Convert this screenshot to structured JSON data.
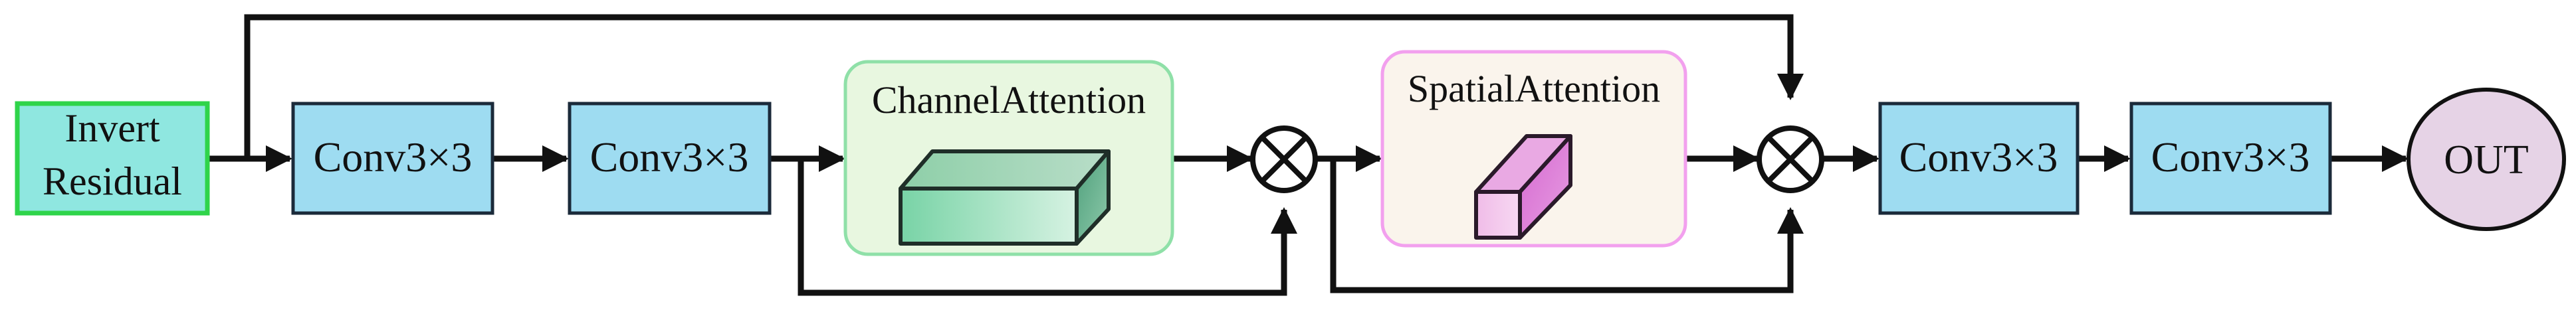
{
  "nodes": {
    "input": {
      "label_line1": "Invert",
      "label_line2": "Residual"
    },
    "conv1": {
      "label": "Conv3×3"
    },
    "conv2": {
      "label": "Conv3×3"
    },
    "channel_attention": {
      "label": "ChannelAttention"
    },
    "spatial_attention": {
      "label": "SpatialAttention"
    },
    "conv3": {
      "label": "Conv3×3"
    },
    "conv4": {
      "label": "Conv3×3"
    },
    "output": {
      "label": "OUT"
    }
  },
  "colors": {
    "input_fill": "#8fe7e0",
    "input_border": "#2fd44a",
    "conv_fill": "#9edcf1",
    "conv_border": "#1b2a3a",
    "channel_panel_fill": "#e8f7e0",
    "channel_panel_border": "#8fe0a8",
    "spatial_panel_fill": "#faf4ec",
    "spatial_panel_border": "#f2a0ee",
    "out_fill": "#e6d3e6",
    "arrow": "#111111"
  },
  "icons": {
    "multiply_1": "circled-times-icon",
    "multiply_2": "circled-times-icon",
    "channel_block": "green-cuboid-icon",
    "spatial_block": "pink-cube-icon"
  }
}
